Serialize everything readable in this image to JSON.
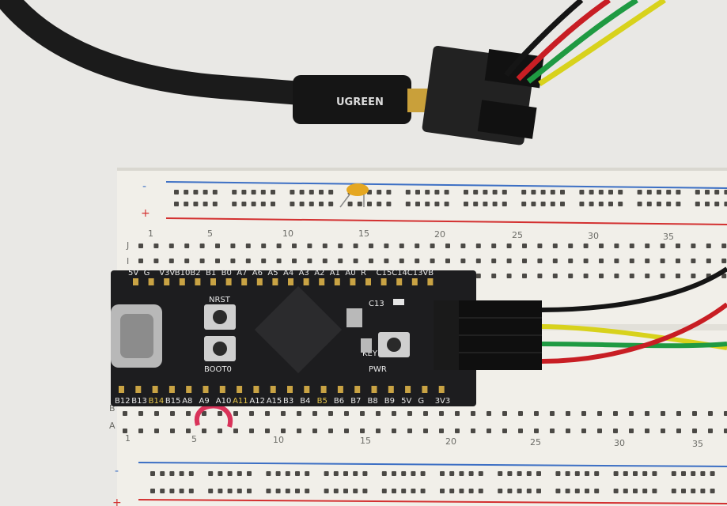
{
  "cable": {
    "brand": "UGREEN"
  },
  "breadboard": {
    "top_rail": {
      "minus": "-",
      "plus": "+"
    },
    "bottom_rail": {
      "minus": "-",
      "plus": "+"
    },
    "row_labels_top": [
      "J",
      "I"
    ],
    "row_labels_bottom": [
      "B",
      "A"
    ],
    "column_numbers_top": [
      "1",
      "5",
      "10",
      "15",
      "20",
      "25",
      "30",
      "35"
    ],
    "column_numbers_bottom": [
      "1",
      "5",
      "10",
      "15",
      "20",
      "25",
      "30",
      "35"
    ]
  },
  "board": {
    "top_pins": [
      "5V",
      "G",
      "V3V",
      "B10",
      "B2",
      "B1",
      "B0",
      "A7",
      "A6",
      "A5",
      "A4",
      "A3",
      "A2",
      "A1",
      "A0",
      "R",
      "C15",
      "C14",
      "C13",
      "VB"
    ],
    "bottom_pins": [
      "B12",
      "B13",
      "B14",
      "B15",
      "A8",
      "A9",
      "A10",
      "A11",
      "A12",
      "A15",
      "B3",
      "B4",
      "B5",
      "B6",
      "B7",
      "B8",
      "B9",
      "5V",
      "G",
      "3V3"
    ],
    "labels": {
      "nrst": "NRST",
      "boot": "BOOT0",
      "key": "KEY",
      "pwr": "PWR",
      "c13": "C13"
    }
  },
  "colors": {
    "wire_black": "#151515",
    "wire_yellow": "#d8d21c",
    "wire_green": "#1f9a42",
    "wire_red": "#c81e24",
    "board": "#1d1d1f",
    "breadboard": "#f1efe9"
  }
}
